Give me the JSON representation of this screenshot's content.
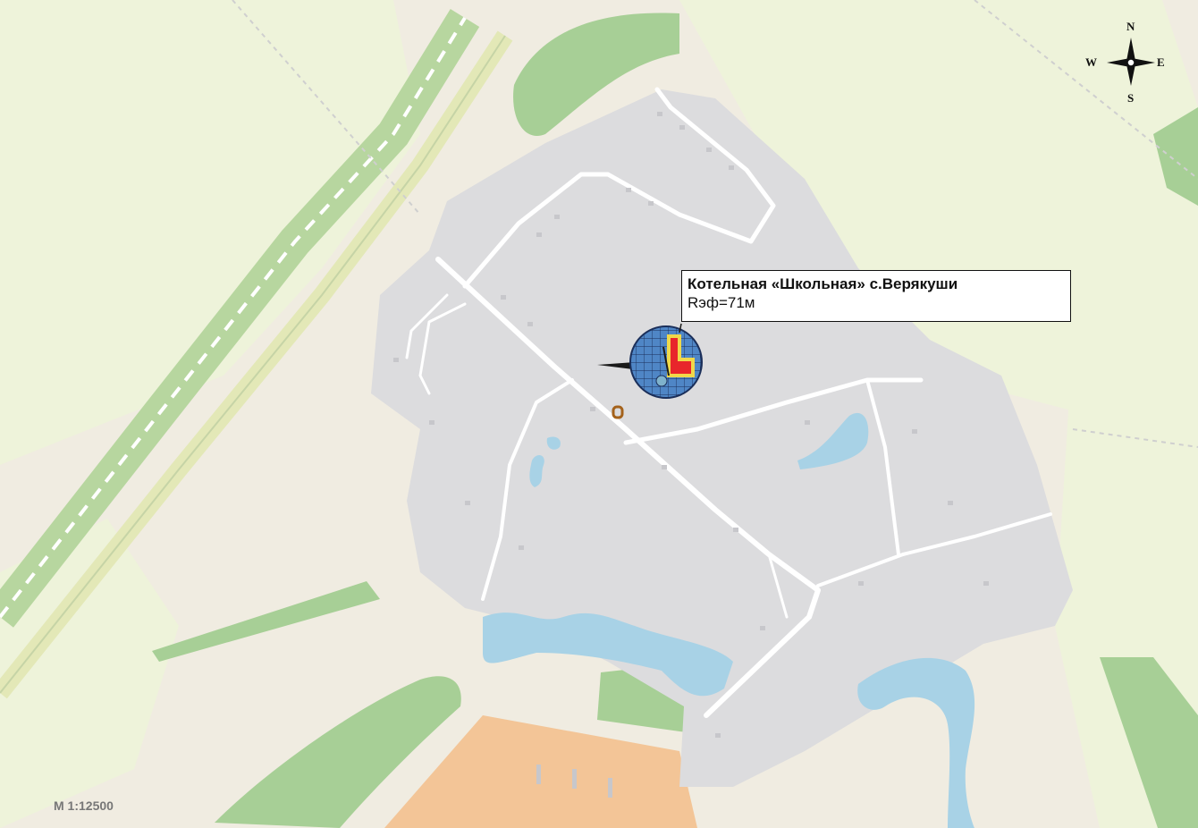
{
  "map": {
    "callout": {
      "title": "Котельная «Школьная» с.Верякуши",
      "radius_text": "Rэф=71м"
    },
    "scale_label": "М 1:12500",
    "compass": {
      "north": "N",
      "south": "S",
      "east": "E",
      "west": "W"
    },
    "colors": {
      "background": "#f0ece1",
      "settlement": "#dcdcde",
      "forest": "#a7cf96",
      "water": "#a8d2e6",
      "industrial": "#f3c597",
      "roads": "#ffffff",
      "boiler_building": "#e8252b",
      "boiler_outline": "#f0d84a",
      "zone_fill": "#4f86c6"
    },
    "icons": [
      "compass-rose-icon",
      "boiler-house-marker-icon"
    ]
  }
}
